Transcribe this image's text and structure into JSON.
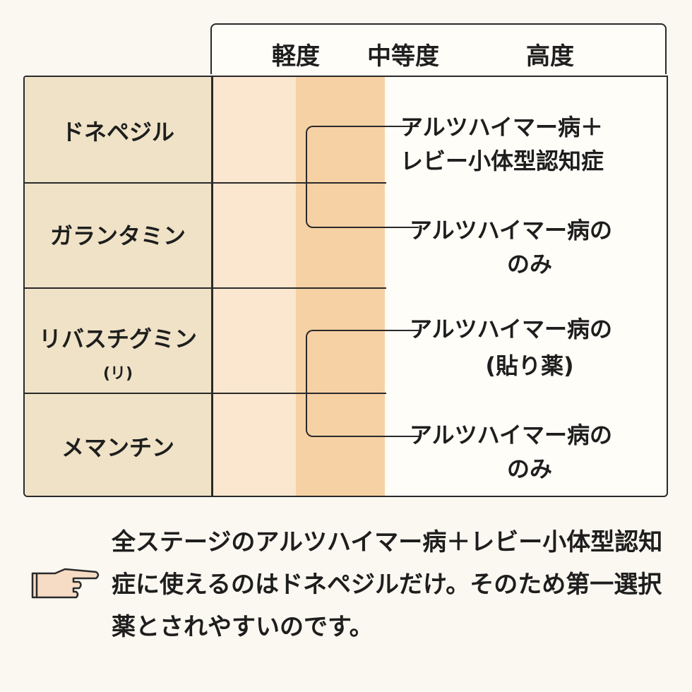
{
  "severity_headers": [
    "軽度",
    "中等度",
    "高度"
  ],
  "drugs": [
    {
      "name": "ドネペジル"
    },
    {
      "name": "ガランタミン"
    },
    {
      "name": "リバスチグミン",
      "sub": "(リ)"
    },
    {
      "name": "メマンチン"
    }
  ],
  "indications": [
    {
      "line1": "アルツハイマー病＋",
      "line2": "レビー小体型認知症"
    },
    {
      "line1": "アルツハイマー病の",
      "line2": "のみ"
    },
    {
      "line1": "アルツハイマー病の",
      "line2": "(貼り薬)"
    },
    {
      "line1": "アルツハイマー病の",
      "line2": "のみ"
    }
  ],
  "note": {
    "text": "全ステージのアルツハイマー病＋レビー小体型認知症に使えるのはドネペジルだけ。そのため第一選択薬とされやすいのです。",
    "icon": "pointing-hand-icon"
  },
  "colors": {
    "background": "#fbf8f1",
    "name_column": "#efe2c6",
    "mild_band": "#fbe7cf",
    "moderate_band": "#f6d1a4",
    "line": "#2a2a2a"
  }
}
